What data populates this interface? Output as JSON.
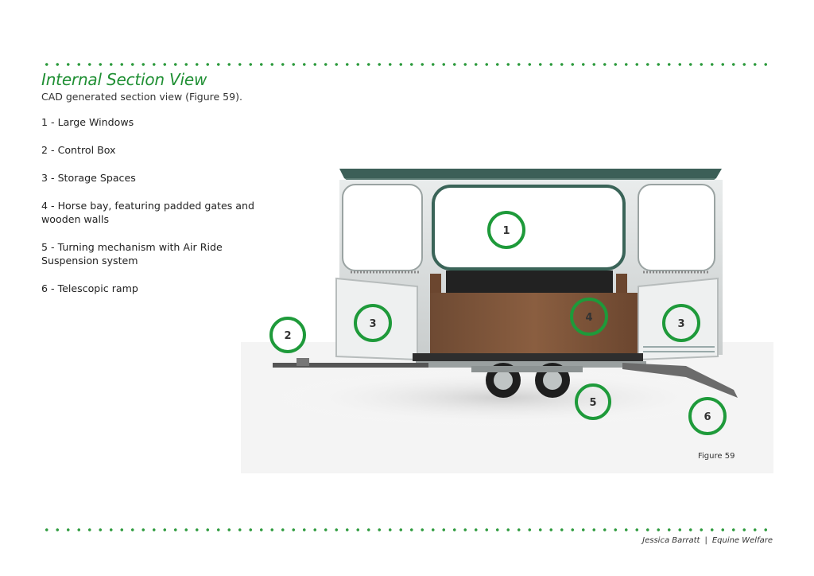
{
  "page": {
    "title": "Internal Section View",
    "subtitle": "CAD generated section view (Figure 59).",
    "items": [
      "1 - Large Windows",
      "2 - Control Box",
      "3 - Storage Spaces",
      "4 - Horse bay, featuring padded gates and wooden walls",
      "5 - Turning mechanism with Air Ride Suspension system",
      "6 - Telescopic ramp"
    ],
    "figure_caption": "Figure 59",
    "footer": {
      "author": "Jessica Barratt",
      "separator": "|",
      "project": "Equine Welfare"
    }
  },
  "markers": {
    "m1": "1",
    "m2": "2",
    "m3a": "3",
    "m3b": "3",
    "m4": "4",
    "m5": "5",
    "m6": "6"
  },
  "colors": {
    "accent": "#1f8f33",
    "dots": "#2e9b3e",
    "marker_ring": "#1e9a3a"
  }
}
